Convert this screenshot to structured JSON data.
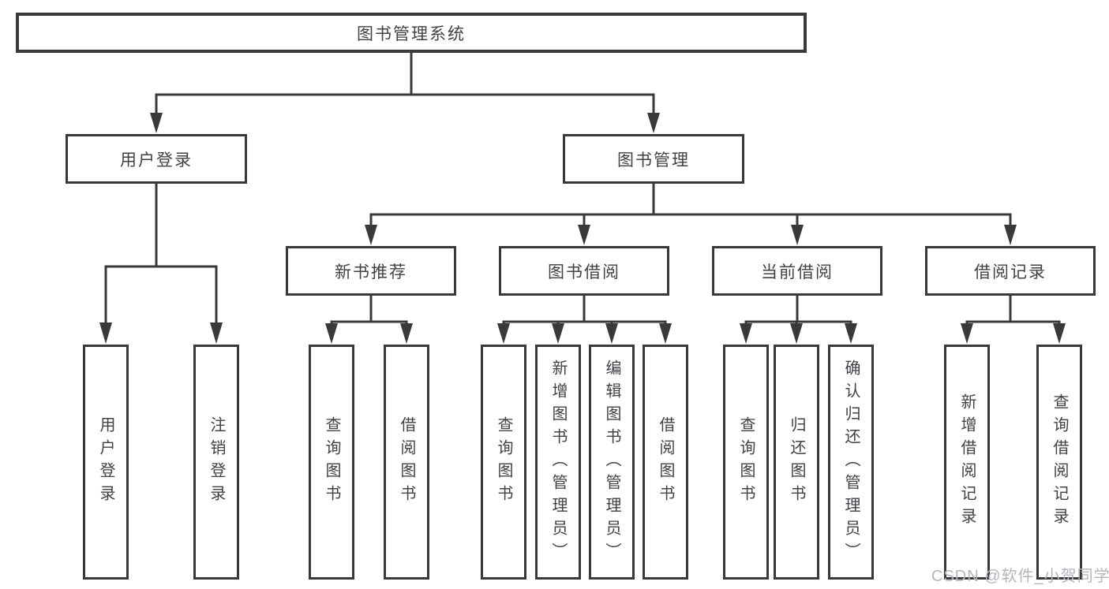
{
  "nodes": {
    "root": "图书管理系统",
    "user_login": "用户登录",
    "book_mgmt": "图书管理",
    "new_books": "新书推荐",
    "borrow": "图书借阅",
    "current": "当前借阅",
    "records": "借阅记录"
  },
  "leaves": {
    "user_login": [
      "用户登录",
      "注销登录"
    ],
    "new_books": [
      "查询图书",
      "借阅图书"
    ],
    "borrow": [
      "查询图书",
      "新增图书（管理员）",
      "编辑图书（管理员）",
      "借阅图书"
    ],
    "current": [
      "查询图书",
      "归还图书",
      "确认归还（管理员）"
    ],
    "records": [
      "新增借阅记录",
      "查询借阅记录"
    ]
  },
  "watermark": "CSDN @软件_小贺同学",
  "colors": {
    "line": "#39393b",
    "text": "#414146",
    "watermark": "#b3b6bb"
  }
}
